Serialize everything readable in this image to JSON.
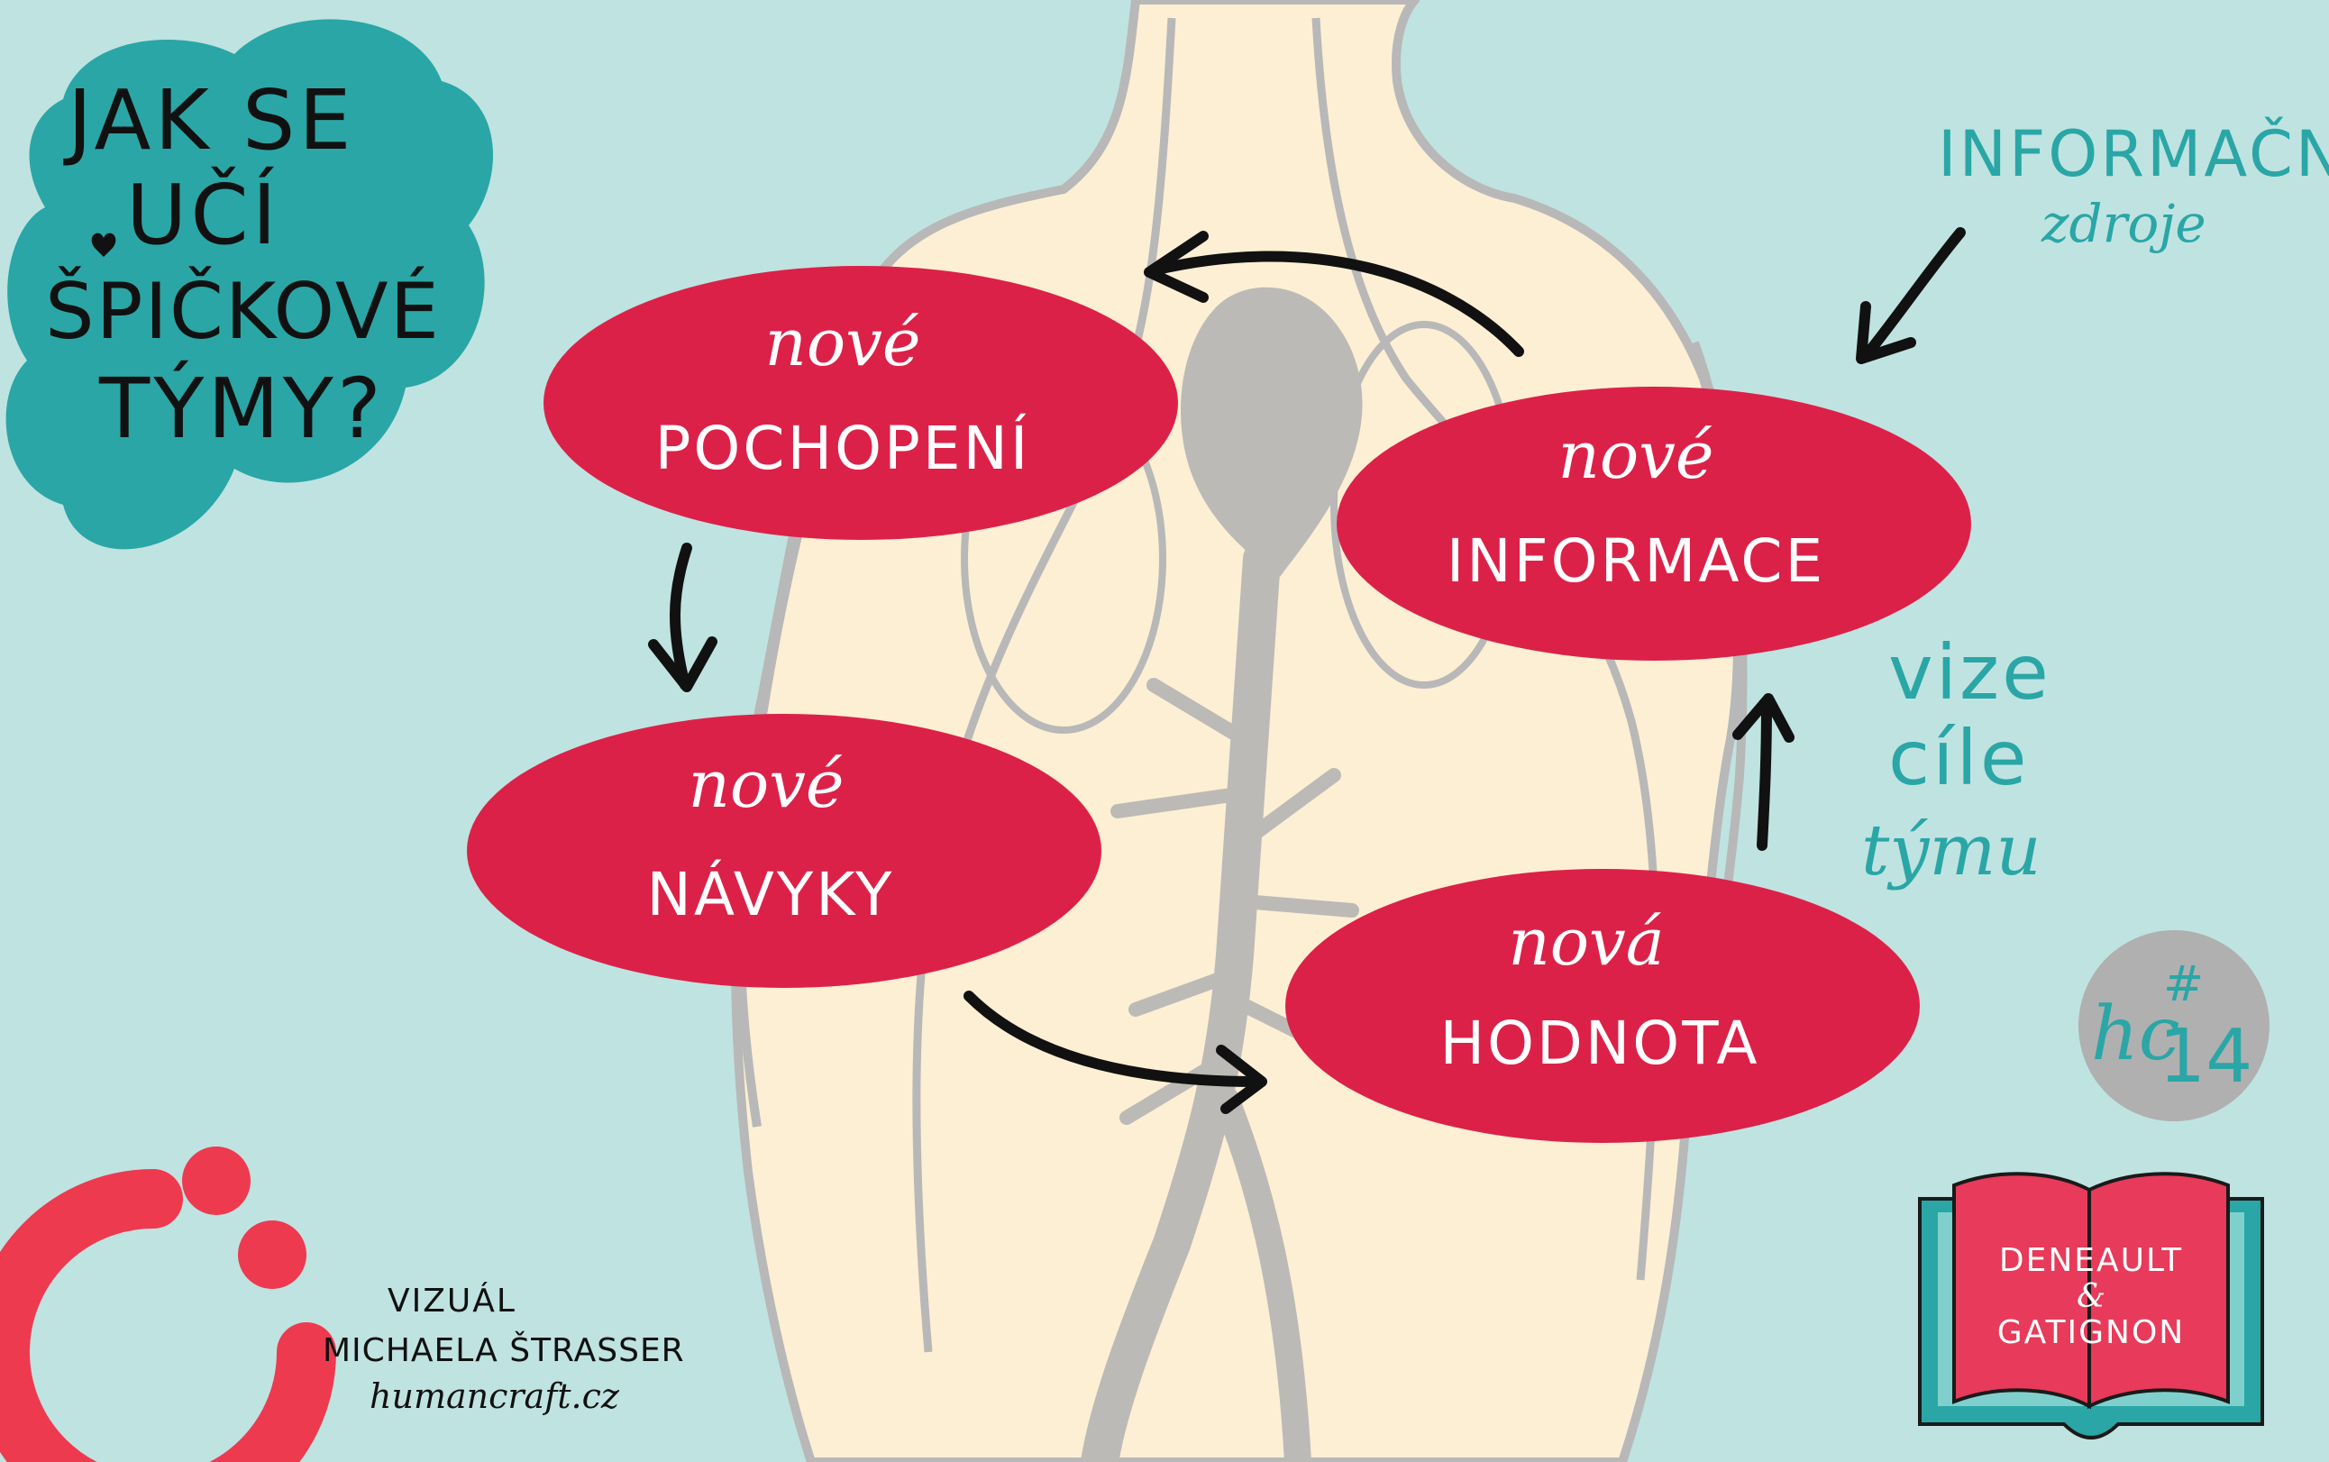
{
  "title_cloud": {
    "lines": [
      "JAK SE",
      "UČÍ",
      "ŠPIČKOVÉ",
      "TÝMY?"
    ],
    "color": "#2aa6a6"
  },
  "nodes": [
    {
      "id": "pochopeni",
      "top": "nové",
      "bottom": "POCHOPENÍ"
    },
    {
      "id": "informace",
      "top": "nové",
      "bottom": "INFORMACE"
    },
    {
      "id": "navyky",
      "top": "nové",
      "bottom": "NÁVYKY"
    },
    {
      "id": "hodnota",
      "top": "nová",
      "bottom": "HODNOTA"
    }
  ],
  "side_labels": {
    "informacni": "INFORMAČNÍ",
    "zdroje": "zdroje",
    "vize": "vize",
    "cile": "cíle",
    "tymu": "týmu"
  },
  "badge": {
    "prefix": "hc",
    "hash": "#",
    "number": "14"
  },
  "book": {
    "line1": "DENEAULT",
    "line2": "&",
    "line3": "GATIGNON"
  },
  "credit": {
    "line1": "VIZUÁL",
    "line2": "MICHAELA ŠTRASSER",
    "line3": "humancraft.cz"
  },
  "colors": {
    "background": "#bfe3e1",
    "ellipse": "#dc2148",
    "teal": "#2aa6a6",
    "body_fill": "#fcefd4",
    "body_line": "#b8b8b8",
    "logo": "#ee3a4f",
    "badge": "#b0b0b0"
  },
  "icons": [
    "arrow-icon",
    "human-torso-illustration",
    "humancraft-logo",
    "open-book-icon"
  ]
}
